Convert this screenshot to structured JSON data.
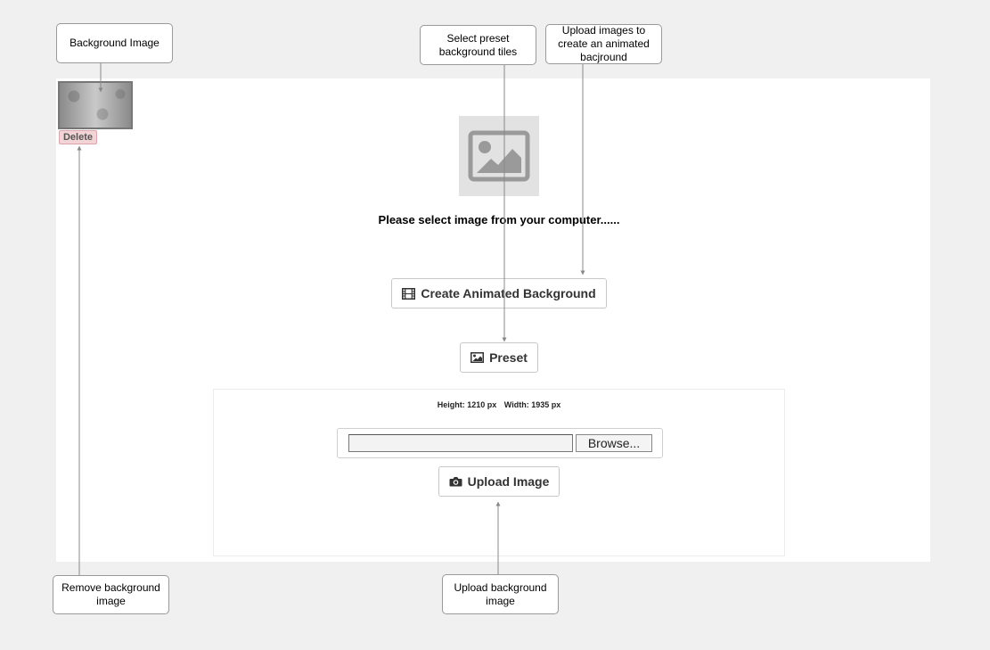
{
  "callouts": {
    "background_image": "Background Image",
    "select_preset": "Select preset background tiles",
    "upload_animated": "Upload images to create an animated bacjround",
    "remove_background": "Remove background image",
    "upload_background": "Upload background image"
  },
  "thumbnail": {
    "delete_label": "Delete"
  },
  "main": {
    "prompt": "Please select image from your computer......",
    "create_animated_label": "Create Animated Background",
    "preset_label": "Preset"
  },
  "upload": {
    "height_text": "Height: 1210 px",
    "width_text": "Width: 1935 px",
    "file_value": "",
    "browse_label": "Browse...",
    "upload_label": "Upload Image"
  },
  "colors": {
    "page_bg": "#f0f0f0",
    "panel_bg": "#ffffff",
    "delete_bg": "#f2d3d6",
    "connector": "#888888"
  },
  "icons": {
    "placeholder": "image-placeholder-icon",
    "animated": "film-icon",
    "preset": "picture-icon",
    "upload": "camera-icon"
  }
}
